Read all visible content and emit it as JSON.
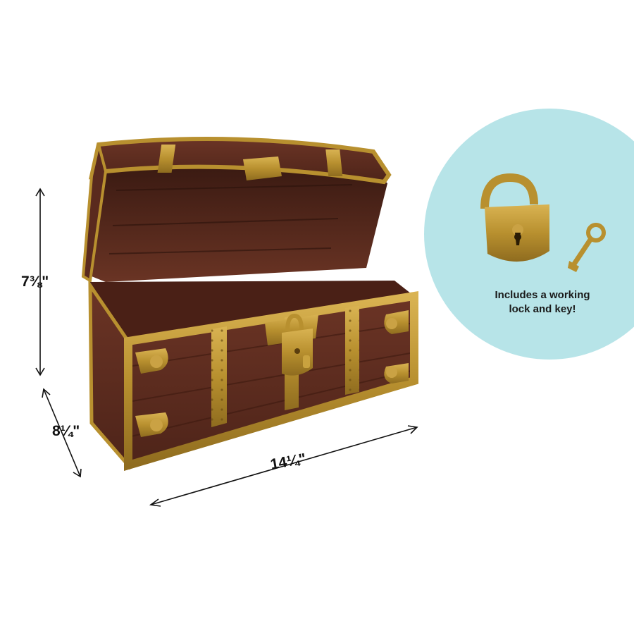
{
  "dimensions": {
    "height": "7⅜\"",
    "depth": "8¼\"",
    "width": "14¼\""
  },
  "callout": {
    "line1": "Includes a working",
    "line2": "lock and key!",
    "circle_color": "#b7e4e8"
  },
  "colors": {
    "wood": "#5a2a1e",
    "gold": "#b8902f",
    "background": "#ffffff"
  }
}
